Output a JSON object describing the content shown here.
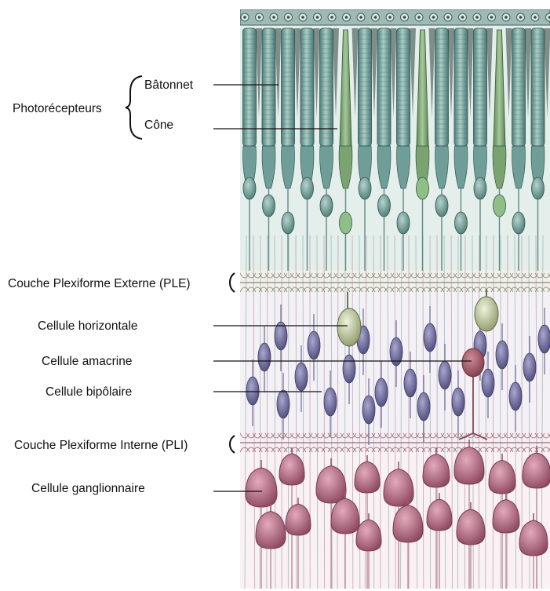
{
  "labels": {
    "photoreceptors": "Photorécepteurs",
    "rod": "Bâtonnet",
    "cone": "Cône",
    "ple": "Couche Plexiforme Externe (PLE)",
    "horizontal": "Cellule horizontale",
    "amacrine": "Cellule amacrine",
    "bipolar": "Cellule bipôlaire",
    "pli": "Couche Plexiforme Interne (PLI)",
    "ganglion": "Cellule ganglionnaire"
  },
  "colors": {
    "photoreceptor_layer": "#6f9e98",
    "bipolar_cell": "#6d6a9a",
    "ganglion_cell": "#b86e86",
    "horizontal_cell": "#c9d2a8",
    "amacrine_cell": "#a85a6a",
    "background": "#ffffff"
  }
}
